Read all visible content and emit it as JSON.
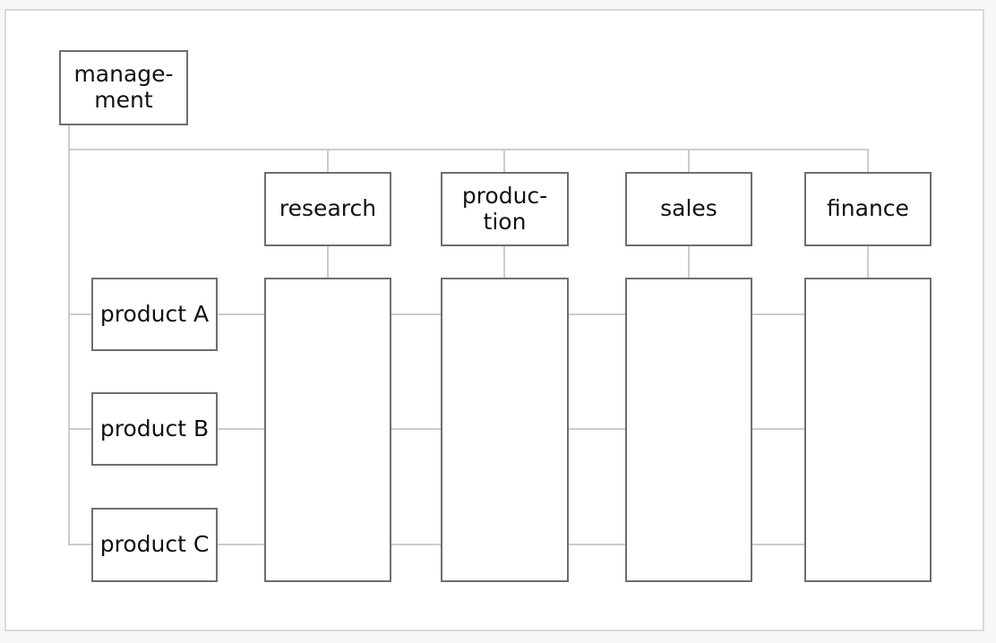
{
  "diagram": {
    "type": "matrix-organization-chart",
    "management": {
      "label": "manage-\nment"
    },
    "departments": [
      {
        "id": "research",
        "label": "research"
      },
      {
        "id": "production",
        "label": "produc-\ntion"
      },
      {
        "id": "sales",
        "label": "sales"
      },
      {
        "id": "finance",
        "label": "finance"
      }
    ],
    "products": [
      {
        "id": "product-a",
        "label": "product A"
      },
      {
        "id": "product-b",
        "label": "product B"
      },
      {
        "id": "product-c",
        "label": "product C"
      }
    ],
    "colors": {
      "box_border": "#6e6e6e",
      "connector": "#c9ccd1",
      "canvas_background": "#f7f8f9",
      "panel_background": "#ffffff",
      "panel_border": "#d8dade",
      "text": "#111111"
    }
  }
}
